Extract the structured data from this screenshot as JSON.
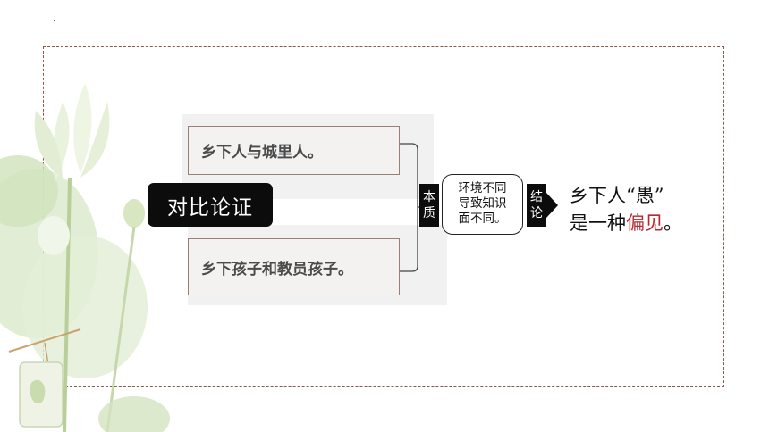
{
  "method_label": "对比论证",
  "comparison": {
    "top": "乡下人与城里人。",
    "bottom": "乡下孩子和教员孩子。"
  },
  "essence": {
    "tag_chars": [
      "本",
      "质"
    ],
    "lines": [
      "环境不同",
      "导致知识",
      "面不同。"
    ]
  },
  "conclusion": {
    "tag_chars": [
      "结",
      "论"
    ],
    "line1": "乡下人“愚”",
    "line2_prefix": "是一种",
    "line2_highlight": "偏见",
    "line2_suffix": "。"
  },
  "colors": {
    "frame_border": "#8a5a44",
    "highlight": "#b8292f",
    "tag_bg": "#0c0c0c"
  }
}
